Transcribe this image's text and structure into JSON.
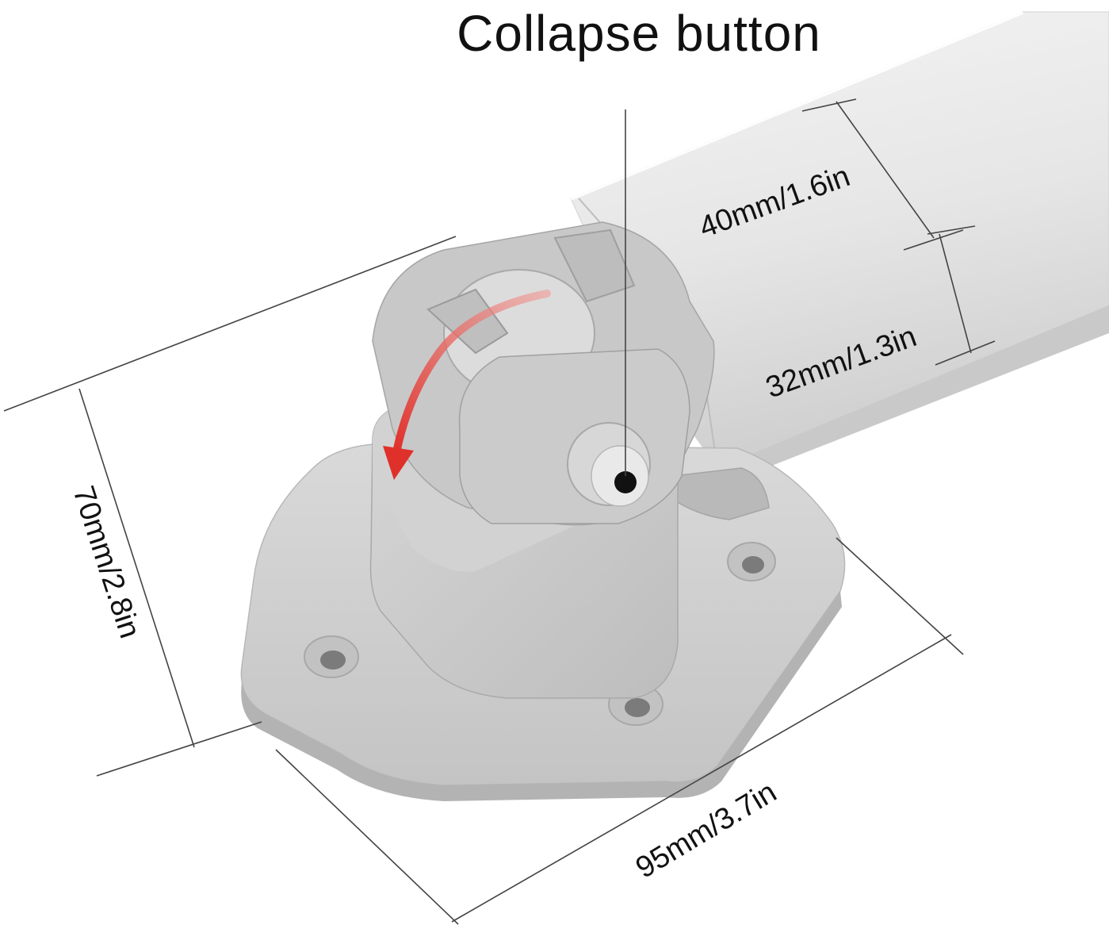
{
  "diagram": {
    "title": "Collapse button",
    "dimensions": {
      "tube_width": "40mm/1.6in",
      "tube_height": "32mm/1.3in",
      "base_height": "70mm/2.8in",
      "base_width": "95mm/3.7in"
    },
    "colors": {
      "tube": "#e9e9e9",
      "plastic": "#cfcfcf",
      "plastic_shadow": "#b4b4b4",
      "arrow": "#e0302a",
      "line": "#444444"
    }
  }
}
